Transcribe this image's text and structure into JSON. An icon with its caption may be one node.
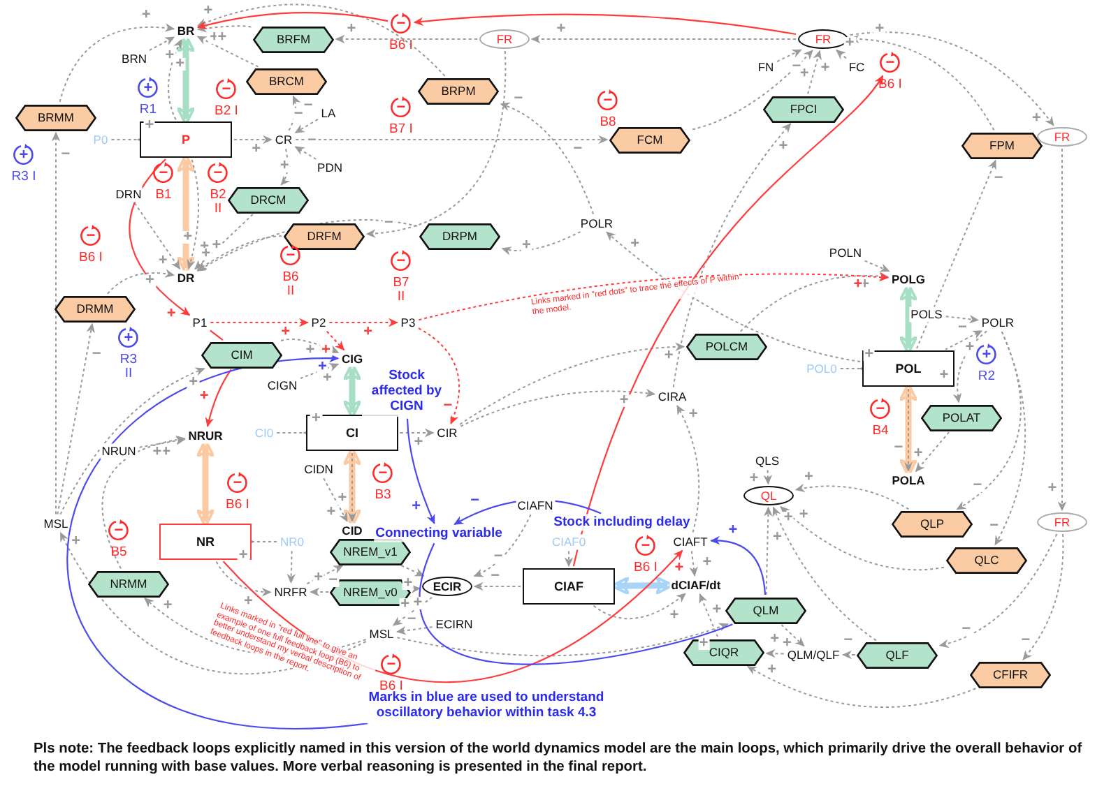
{
  "diagram": {
    "caption": "Pls note: The feedback loops explicitly named in this version of the world dynamics model are the main loops, which primarily drive the overall behavior of the model running with base values. More verbal reasoning is presented in the final report.",
    "nodes": [
      {
        "text": [
          "BRFM"
        ]
      },
      {
        "text": [
          "FR"
        ]
      },
      {
        "text": [
          "FR"
        ]
      },
      {
        "text": [
          "BRN"
        ]
      },
      {
        "text": [
          "BR"
        ]
      },
      {
        "text": [
          "BRCM"
        ]
      },
      {
        "text": [
          "BRPM"
        ]
      },
      {
        "text": [
          "BRMM"
        ]
      },
      {
        "text": [
          "P"
        ]
      },
      {
        "text": [
          "P0"
        ]
      },
      {
        "text": [
          "CR"
        ]
      },
      {
        "text": [
          "LA"
        ]
      },
      {
        "text": [
          "PDN"
        ]
      },
      {
        "text": [
          "FCM"
        ]
      },
      {
        "text": [
          "FN"
        ]
      },
      {
        "text": [
          "FC"
        ]
      },
      {
        "text": [
          "FPCI"
        ]
      },
      {
        "text": [
          "FPM"
        ]
      },
      {
        "text": [
          "FR"
        ]
      },
      {
        "text": [
          "DRN"
        ]
      },
      {
        "text": [
          "DRCM"
        ]
      },
      {
        "text": [
          "DR"
        ]
      },
      {
        "text": [
          "DRFM"
        ]
      },
      {
        "text": [
          "DRPM"
        ]
      },
      {
        "text": [
          "POLR"
        ]
      },
      {
        "text": [
          "POLN"
        ]
      },
      {
        "text": [
          "DRMM"
        ]
      },
      {
        "text": [
          "P1"
        ]
      },
      {
        "text": [
          "P2"
        ]
      },
      {
        "text": [
          "P3"
        ]
      },
      {
        "text": [
          "CIM"
        ]
      },
      {
        "text": [
          "POLCM"
        ]
      },
      {
        "text": [
          "POLS"
        ]
      },
      {
        "text": [
          "POLR"
        ]
      },
      {
        "text": [
          "POLG"
        ]
      },
      {
        "text": [
          "POL"
        ]
      },
      {
        "text": [
          "POL0"
        ]
      },
      {
        "text": [
          "POLAT"
        ]
      },
      {
        "text": [
          "POLA"
        ]
      },
      {
        "text": [
          "CIGN"
        ]
      },
      {
        "text": [
          "CIG"
        ]
      },
      {
        "text": [
          "CI"
        ]
      },
      {
        "text": [
          "CI0"
        ]
      },
      {
        "text": [
          "CIR"
        ]
      },
      {
        "text": [
          "CIRA"
        ]
      },
      {
        "text": [
          "NRUN"
        ]
      },
      {
        "text": [
          "NRUR"
        ]
      },
      {
        "text": [
          "CIDN"
        ]
      },
      {
        "text": [
          "CID"
        ]
      },
      {
        "text": [
          "QLS"
        ]
      },
      {
        "text": [
          "QL"
        ]
      },
      {
        "text": [
          "NR"
        ]
      },
      {
        "text": [
          "NR0"
        ]
      },
      {
        "text": [
          "NREM_v1"
        ]
      },
      {
        "text": [
          "NREM_v0"
        ]
      },
      {
        "text": [
          "NRFR"
        ]
      },
      {
        "text": [
          "NRMM"
        ]
      },
      {
        "text": [
          "MSL"
        ]
      },
      {
        "text": [
          "ECIR"
        ]
      },
      {
        "text": [
          "CIAFN"
        ]
      },
      {
        "text": [
          "CIAF0"
        ]
      },
      {
        "text": [
          "CIAF"
        ]
      },
      {
        "text": [
          "CIAFT"
        ]
      },
      {
        "text": [
          "dCIAF/dt"
        ]
      },
      {
        "text": [
          "QLP"
        ]
      },
      {
        "text": [
          "QLC"
        ]
      },
      {
        "text": [
          "FR"
        ]
      },
      {
        "text": [
          "QLM"
        ]
      },
      {
        "text": [
          "CIQR"
        ]
      },
      {
        "text": [
          "QLM/QLF"
        ]
      },
      {
        "text": [
          "QLF"
        ]
      },
      {
        "text": [
          "CFIFR"
        ]
      },
      {
        "text": [
          "MSL"
        ]
      },
      {
        "text": [
          "ECIRN"
        ]
      },
      {
        "text": [
          "Stock affected by CIGN"
        ]
      },
      {
        "text": [
          "Connecting variable"
        ]
      },
      {
        "text": [
          "Stock including delay"
        ]
      },
      {
        "text": [
          "Marks in blue are used to understand oscillatory behavior within task 4.3"
        ]
      },
      {
        "text": [
          "+"
        ],
        "beside": [
          "R1"
        ]
      },
      {
        "text": [
          "−"
        ],
        "beside": [
          "B2 I"
        ]
      },
      {
        "text": [
          "+"
        ],
        "beside": [
          "R3 I"
        ]
      },
      {
        "text": [
          "−"
        ],
        "beside": [
          "B1"
        ]
      },
      {
        "text": [
          "−"
        ],
        "beside": [
          "B2 II"
        ]
      },
      {
        "text": [
          "−"
        ],
        "beside": [
          "B6 I"
        ]
      },
      {
        "text": [
          "−"
        ],
        "beside": [
          "B6 II"
        ]
      },
      {
        "text": [
          "−"
        ],
        "beside": [
          "B6 I"
        ]
      },
      {
        "text": [
          "−"
        ],
        "beside": [
          "B7 I"
        ]
      },
      {
        "text": [
          "−"
        ],
        "beside": [
          "B8"
        ]
      },
      {
        "text": [
          "−"
        ],
        "beside": [
          "B6 I"
        ]
      },
      {
        "text": [
          "+"
        ],
        "beside": [
          "R3 II"
        ]
      },
      {
        "text": [
          "−"
        ],
        "beside": [
          "B7 II"
        ]
      },
      {
        "text": [
          "−"
        ],
        "beside": [
          "B3"
        ]
      },
      {
        "text": [
          "−"
        ],
        "beside": [
          "B6 I"
        ]
      },
      {
        "text": [
          "−"
        ],
        "beside": [
          "B5"
        ]
      },
      {
        "text": [
          "−"
        ],
        "beside": [
          "B6 I"
        ]
      },
      {
        "text": [
          "−"
        ],
        "beside": [
          "B6 I"
        ]
      },
      {
        "text": [
          "+"
        ],
        "beside": [
          "R2"
        ]
      },
      {
        "text": [
          "−"
        ],
        "beside": [
          "B4"
        ]
      }
    ],
    "edges": [
      {
        "from": 4,
        "to": 8,
        "arrow": "both",
        "style": "thick",
        "color": "#a6dfc3"
      },
      {
        "from": 8,
        "to": 21,
        "arrow": "both",
        "style": "thick",
        "color": "#fbc9a2"
      },
      {
        "from": 40,
        "to": 41,
        "arrow": "both",
        "style": "thick",
        "color": "#a6dfc3"
      },
      {
        "from": 41,
        "to": 48,
        "arrow": "both",
        "style": "thick",
        "color": "#fbc9a2"
      },
      {
        "from": 46,
        "to": 51,
        "arrow": "both",
        "style": "thick",
        "color": "#fbc9a2"
      },
      {
        "from": 34,
        "to": 35,
        "arrow": "both",
        "style": "thick",
        "color": "#a6dfc3"
      },
      {
        "from": 35,
        "to": 38,
        "arrow": "both",
        "style": "thick",
        "color": "#fbc9a2"
      },
      {
        "from": 61,
        "to": 63,
        "arrow": "both",
        "style": "thick",
        "color": "#a8d4f7"
      },
      {
        "from": 3,
        "to": 4,
        "arrow": "to",
        "label": "+",
        "style": "dashed"
      },
      {
        "from": 0,
        "to": 4,
        "arrow": "to",
        "label": "+",
        "style": "dashed"
      },
      {
        "from": 5,
        "to": 4,
        "arrow": "to",
        "label": "+",
        "style": "dashed"
      },
      {
        "from": 7,
        "to": 4,
        "arrow": "to",
        "label": "+",
        "style": "dashed"
      },
      {
        "from": 6,
        "to": 4,
        "arrow": "to",
        "label": "+",
        "style": "dashed"
      },
      {
        "from": 8,
        "to": 4,
        "arrow": "to",
        "label": "+",
        "style": "dashed"
      },
      {
        "from": 9,
        "to": 8,
        "arrow": "to",
        "label": "+",
        "style": "dashed"
      },
      {
        "from": 8,
        "to": 10,
        "arrow": "to",
        "label": "+",
        "style": "dashed"
      },
      {
        "from": 11,
        "to": 10,
        "arrow": "to",
        "label": "−",
        "style": "dashed"
      },
      {
        "from": 12,
        "to": 10,
        "arrow": "to",
        "label": "−",
        "style": "dashed"
      },
      {
        "from": 10,
        "to": 5,
        "arrow": "to",
        "label": "−",
        "style": "dashed"
      },
      {
        "from": 10,
        "to": 20,
        "arrow": "to",
        "label": "+",
        "style": "dashed"
      },
      {
        "from": 10,
        "to": 13,
        "arrow": "to",
        "label": "−",
        "style": "dashed"
      },
      {
        "from": 19,
        "to": 21,
        "arrow": "to",
        "label": "+",
        "style": "dashed"
      },
      {
        "from": 20,
        "to": 21,
        "arrow": "to",
        "label": "+",
        "style": "dashed"
      },
      {
        "from": 22,
        "to": 21,
        "arrow": "to",
        "label": "+",
        "style": "dashed"
      },
      {
        "from": 23,
        "to": 21,
        "arrow": "to",
        "label": "+",
        "style": "dashed"
      },
      {
        "from": 26,
        "to": 21,
        "arrow": "to",
        "label": "+",
        "style": "dashed"
      },
      {
        "from": 8,
        "to": 21,
        "arrow": "to",
        "label": "+",
        "style": "dashed"
      },
      {
        "from": 1,
        "to": 0,
        "arrow": "to",
        "label": "+",
        "style": "dashed"
      },
      {
        "from": 1,
        "to": 22,
        "arrow": "to",
        "label": "−",
        "style": "dashed"
      },
      {
        "from": 2,
        "to": 1,
        "arrow": "to",
        "label": "+",
        "style": "dashed"
      },
      {
        "from": 2,
        "to": 18,
        "arrow": "to",
        "label": "+",
        "style": "dashed"
      },
      {
        "from": 14,
        "to": 2,
        "arrow": "to",
        "label": "−",
        "style": "dashed"
      },
      {
        "from": 15,
        "to": 2,
        "arrow": "to",
        "label": "+",
        "style": "dashed"
      },
      {
        "from": 16,
        "to": 2,
        "arrow": "to",
        "label": "+",
        "style": "dashed"
      },
      {
        "from": 13,
        "to": 2,
        "arrow": "to",
        "label": "+",
        "style": "dashed"
      },
      {
        "from": 17,
        "to": 2,
        "arrow": "to",
        "label": "+",
        "style": "dashed"
      },
      {
        "from": 24,
        "to": 6,
        "arrow": "to",
        "label": "−",
        "style": "dashed"
      },
      {
        "from": 24,
        "to": 23,
        "arrow": "to",
        "label": "+",
        "style": "dashed"
      },
      {
        "from": 35,
        "to": 24,
        "arrow": "to",
        "label": "+",
        "style": "dashed"
      },
      {
        "from": 35,
        "to": 17,
        "arrow": "to",
        "label": "−",
        "style": "dashed"
      },
      {
        "from": 44,
        "to": 16,
        "arrow": "to",
        "label": "+",
        "style": "dashed"
      },
      {
        "from": 30,
        "to": 40,
        "arrow": "to",
        "label": "+",
        "style": "dashed"
      },
      {
        "from": 39,
        "to": 40,
        "arrow": "to",
        "label": "+",
        "style": "dashed"
      },
      {
        "from": 41,
        "to": 43,
        "arrow": "to",
        "label": "+",
        "style": "dashed"
      },
      {
        "from": 42,
        "to": 41,
        "arrow": "to",
        "label": "+",
        "style": "dashed"
      },
      {
        "from": 47,
        "to": 48,
        "arrow": "to",
        "label": "+",
        "style": "dashed"
      },
      {
        "from": 41,
        "to": 48,
        "arrow": "to",
        "label": "+",
        "style": "dashed"
      },
      {
        "from": 43,
        "to": 44,
        "arrow": "to",
        "label": "+",
        "style": "dashed"
      },
      {
        "from": 43,
        "to": 31,
        "arrow": "to",
        "label": "+",
        "style": "dashed"
      },
      {
        "from": 31,
        "to": 34,
        "arrow": "to",
        "label": "+",
        "style": "dashed"
      },
      {
        "from": 36,
        "to": 35,
        "arrow": "to",
        "label": "+",
        "style": "dashed"
      },
      {
        "from": 32,
        "to": 33,
        "arrow": "to",
        "label": "−",
        "style": "dashed"
      },
      {
        "from": 35,
        "to": 33,
        "arrow": "to",
        "label": "+",
        "style": "dashed"
      },
      {
        "from": 33,
        "to": 37,
        "arrow": "to",
        "label": "+",
        "style": "dashed"
      },
      {
        "from": 37,
        "to": 38,
        "arrow": "to",
        "label": "+",
        "style": "dashed"
      },
      {
        "from": 35,
        "to": 38,
        "arrow": "to",
        "label": "−",
        "style": "dashed"
      },
      {
        "from": 33,
        "to": 64,
        "arrow": "to",
        "label": "−",
        "style": "dashed"
      },
      {
        "from": 33,
        "to": 65,
        "arrow": "to",
        "label": "−",
        "style": "dashed"
      },
      {
        "from": 18,
        "to": 66,
        "arrow": "to",
        "label": "+",
        "style": "dashed"
      },
      {
        "from": 66,
        "to": 70,
        "arrow": "to",
        "label": "−",
        "style": "dashed"
      },
      {
        "from": 66,
        "to": 71,
        "arrow": "to",
        "label": "−",
        "style": "dashed"
      },
      {
        "from": 71,
        "to": 68,
        "arrow": "to",
        "label": "+",
        "style": "dashed"
      },
      {
        "from": 49,
        "to": 50,
        "arrow": "to",
        "label": "+",
        "style": "dashed"
      },
      {
        "from": 64,
        "to": 50,
        "arrow": "to",
        "label": "+",
        "style": "dashed"
      },
      {
        "from": 65,
        "to": 50,
        "arrow": "to",
        "label": "+",
        "style": "dashed"
      },
      {
        "from": 67,
        "to": 50,
        "arrow": "to",
        "label": "+",
        "style": "dashed"
      },
      {
        "from": 70,
        "to": 50,
        "arrow": "to",
        "label": "+",
        "style": "dashed"
      },
      {
        "from": 70,
        "to": 69,
        "arrow": "to",
        "label": "−",
        "style": "dashed"
      },
      {
        "from": 67,
        "to": 69,
        "arrow": "to",
        "label": "+",
        "style": "dashed"
      },
      {
        "from": 69,
        "to": 68,
        "arrow": "to",
        "label": "+",
        "style": "dashed"
      },
      {
        "from": 45,
        "to": 46,
        "arrow": "to",
        "label": "+",
        "style": "dashed"
      },
      {
        "from": 56,
        "to": 46,
        "arrow": "to",
        "label": "+",
        "style": "dashed"
      },
      {
        "from": 52,
        "to": 51,
        "arrow": "to",
        "label": "+",
        "style": "dashed"
      },
      {
        "from": 51,
        "to": 55,
        "arrow": "to",
        "label": "+",
        "style": "dashed"
      },
      {
        "from": 52,
        "to": 55,
        "arrow": "to",
        "style": "dashed"
      },
      {
        "from": 55,
        "to": 53,
        "arrow": "to",
        "label": "−",
        "style": "dashed"
      },
      {
        "from": 54,
        "to": 55,
        "arrow": "to",
        "label": "+",
        "style": "dashed"
      },
      {
        "from": 53,
        "to": 58,
        "arrow": "to",
        "label": "+",
        "style": "dashed"
      },
      {
        "from": 54,
        "to": 58,
        "arrow": "to",
        "label": "+",
        "style": "dashed"
      },
      {
        "from": 61,
        "to": 58,
        "arrow": "to",
        "label": "−",
        "style": "dashed"
      },
      {
        "from": 59,
        "to": 58,
        "arrow": "to",
        "label": "−",
        "style": "dashed"
      },
      {
        "from": 60,
        "to": 61,
        "arrow": "to",
        "style": "dashed"
      },
      {
        "from": 58,
        "to": 72,
        "arrow": "to",
        "label": "+",
        "style": "dashed"
      },
      {
        "from": 73,
        "to": 72,
        "arrow": "to",
        "label": "−",
        "style": "dashed"
      },
      {
        "from": 72,
        "to": 57,
        "arrow": "to",
        "label": "+",
        "style": "dashed"
      },
      {
        "from": 57,
        "to": 7,
        "arrow": "to",
        "label": "−",
        "style": "dashed"
      },
      {
        "from": 57,
        "to": 26,
        "arrow": "to",
        "label": "−",
        "style": "dashed"
      },
      {
        "from": 57,
        "to": 30,
        "arrow": "to",
        "label": "+",
        "style": "dashed"
      },
      {
        "from": 72,
        "to": 56,
        "arrow": "to",
        "label": "+",
        "style": "dashed"
      },
      {
        "from": 72,
        "to": 67,
        "arrow": "to",
        "label": "+",
        "style": "dashed"
      },
      {
        "from": 62,
        "to": 63,
        "arrow": "to",
        "label": "+",
        "style": "dashed"
      },
      {
        "from": 61,
        "to": 63,
        "arrow": "to",
        "label": "+",
        "style": "dashed"
      },
      {
        "from": 68,
        "to": 63,
        "arrow": "to",
        "label": "+",
        "style": "dashed"
      },
      {
        "from": 62,
        "to": 44,
        "arrow": "to",
        "label": "+",
        "style": "dashed"
      },
      {
        "from": 27,
        "to": 28,
        "arrow": "to",
        "label": "+",
        "style": "dashed",
        "color": "#ff3b3b"
      },
      {
        "from": 28,
        "to": 29,
        "arrow": "to",
        "label": "+",
        "style": "dashed",
        "color": "#ff3b3b"
      },
      {
        "from": 29,
        "to": 43,
        "arrow": "to",
        "label": "−",
        "style": "dashed",
        "color": "#ff3b3b"
      },
      {
        "from": 28,
        "to": 40,
        "arrow": "to",
        "label": "+",
        "style": "dashed",
        "color": "#ff3b3b"
      },
      {
        "from": 29,
        "to": 34,
        "arrow": "to",
        "label": "+",
        "style": "dashed",
        "color": "#ff3b3b"
      },
      {
        "from": 8,
        "to": 27,
        "arrow": "to",
        "label": "+",
        "color": "#ff3b3b"
      },
      {
        "from": 27,
        "to": 30,
        "arrow": "none",
        "color": "#ff3b3b"
      },
      {
        "from": 30,
        "to": 46,
        "arrow": "to",
        "label": "+",
        "color": "#ff3b3b"
      },
      {
        "from": 51,
        "to": 62,
        "arrow": "to",
        "label": "+",
        "color": "#ff3b3b"
      },
      {
        "from": 61,
        "to": 88,
        "arrow": "to",
        "color": "#ff3b3b"
      },
      {
        "from": 2,
        "to": 85,
        "arrow": "to",
        "color": "#ff3b3b"
      },
      {
        "from": 77,
        "to": 40,
        "arrow": "to",
        "label": "+",
        "color": "#4a4aef"
      },
      {
        "from": 74,
        "to": 75,
        "arrow": "to",
        "label": "+",
        "color": "#4a4aef"
      },
      {
        "from": 76,
        "to": 75,
        "arrow": "to",
        "label": "−",
        "color": "#4a4aef"
      },
      {
        "from": 75,
        "to": 67,
        "arrow": "none",
        "color": "#4a4aef"
      },
      {
        "from": 67,
        "to": 62,
        "arrow": "to",
        "label": "+",
        "color": "#4a4aef"
      },
      {
        "from": 25,
        "to": 34,
        "arrow": "to",
        "style": "dashed"
      },
      {
        "from": 85,
        "to": 4,
        "arrow": "to",
        "color": "#ff3b3b"
      }
    ],
    "labels": [
      "Links marked in \"red dots\" to trace the effects of P within the model.",
      "Links marked in \"red full line\" to give an example of one full feedback loop (B6) to better understand my verbal description of feedback loops in the report."
    ]
  }
}
